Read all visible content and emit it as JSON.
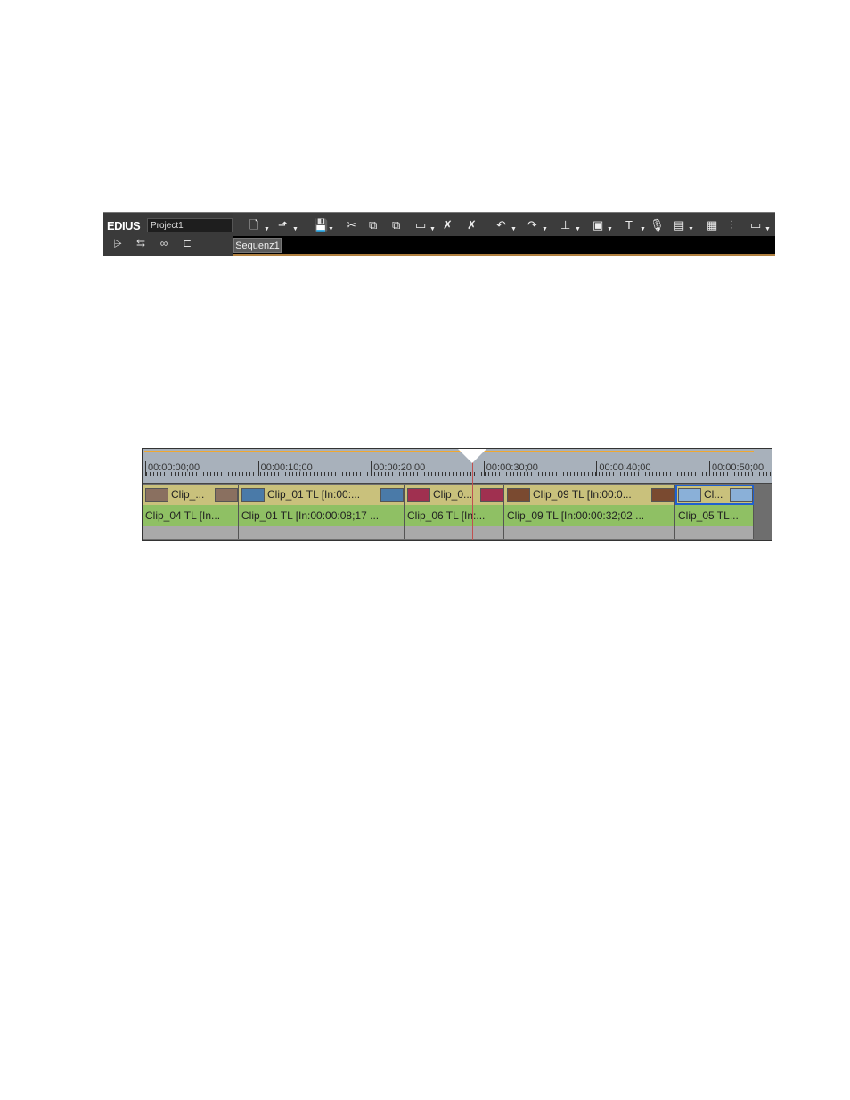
{
  "app": {
    "logo": "EDIUS",
    "project": "Project1",
    "sequence_tab": "Sequenz1"
  },
  "toolbar_icons": [
    "new-project-icon",
    "open-project-icon",
    "save-icon",
    "cut-icon",
    "copy-icon",
    "paste-icon",
    "insert-mode-icon",
    "delete-icon",
    "ripple-delete-icon",
    "undo-icon",
    "redo-icon",
    "set-in-out-icon",
    "render-icon",
    "title-icon",
    "voiceover-icon",
    "output-icon",
    "layout-icon",
    "mixer-icon",
    "view-icon"
  ],
  "toolbar_glyphs": [
    "🗋",
    "⬏",
    "💾",
    "✂",
    "⧉",
    "⧉",
    "▭",
    "✗",
    "✗",
    "↶",
    "↷",
    "⊥",
    "▣",
    "T",
    "🎙",
    "▤",
    "▦",
    "⫶",
    "▭"
  ],
  "left_icons": [
    {
      "name": "sync-lock-icon",
      "glyph": "⩥"
    },
    {
      "name": "ripple-mode-icon",
      "glyph": "⇆"
    },
    {
      "name": "link-icon",
      "glyph": "∞"
    },
    {
      "name": "snap-icon",
      "glyph": "⊏"
    }
  ],
  "ruler": [
    "00:00:00;00",
    "00:00:10;00",
    "00:00:20;00",
    "00:00:30;00",
    "00:00:40;00",
    "00:00:50;00"
  ],
  "video_clips": [
    {
      "label": "Clip_...",
      "thumb": "#8a7060"
    },
    {
      "label": "Clip_01   TL [In:00:...",
      "thumb": "#4a7aa8"
    },
    {
      "label": "Clip_0...",
      "thumb": "#a03050"
    },
    {
      "label": "Clip_09   TL [In:00:0...",
      "thumb": "#7a4a30"
    },
    {
      "label": "Cl...",
      "thumb": "#8ab0d8",
      "selected": true
    }
  ],
  "audio_clips": [
    "Clip_04   TL [In...",
    "Clip_01   TL [In:00:00:08;17 ...",
    "Clip_06   TL [In:...",
    "Clip_09   TL [In:00:00:32;02 ...",
    "Clip_05   TL..."
  ],
  "playhead_time_seconds": 29
}
